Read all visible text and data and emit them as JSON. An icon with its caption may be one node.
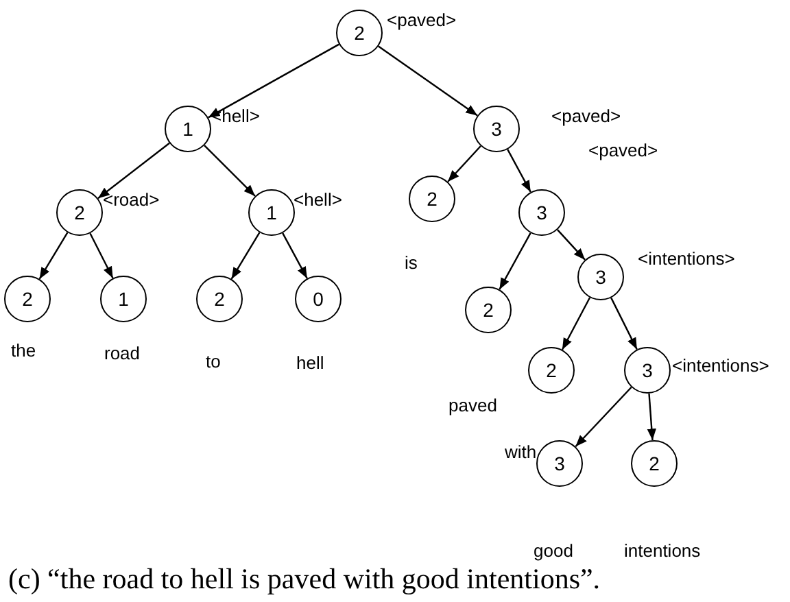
{
  "diagram": {
    "caption": "(c) “the road to hell is paved with good intentions”.",
    "nodes": [
      {
        "text": [
          "2"
        ],
        "beside": [
          "<paved>"
        ]
      },
      {
        "text": [
          "1"
        ],
        "beside": [
          "<hell>"
        ]
      },
      {
        "text": [
          "3"
        ],
        "beside": [
          "<paved>"
        ]
      },
      {
        "text": [
          "2"
        ],
        "beside": [
          "<road>"
        ]
      },
      {
        "text": [
          "1"
        ],
        "beside": [
          "<hell>"
        ]
      },
      {
        "text": [
          "2"
        ]
      },
      {
        "text": [
          "3"
        ],
        "beside": [
          "<paved>"
        ]
      },
      {
        "text": [
          "2"
        ]
      },
      {
        "text": [
          "1"
        ]
      },
      {
        "text": [
          "2"
        ]
      },
      {
        "text": [
          "0"
        ]
      },
      {
        "text": [
          "2"
        ]
      },
      {
        "text": [
          "3"
        ],
        "beside": [
          "<intentions>"
        ]
      },
      {
        "text": [
          "2"
        ]
      },
      {
        "text": [
          "3"
        ],
        "beside": [
          "<intentions>"
        ]
      },
      {
        "text": [
          "3"
        ]
      },
      {
        "text": [
          "2"
        ]
      }
    ],
    "edges": [
      {
        "from": 0,
        "to": 1,
        "arrow": "to"
      },
      {
        "from": 0,
        "to": 2,
        "arrow": "to"
      },
      {
        "from": 1,
        "to": 3,
        "arrow": "to"
      },
      {
        "from": 1,
        "to": 4,
        "arrow": "to"
      },
      {
        "from": 2,
        "to": 5,
        "arrow": "to"
      },
      {
        "from": 2,
        "to": 6,
        "arrow": "to"
      },
      {
        "from": 3,
        "to": 7,
        "arrow": "to"
      },
      {
        "from": 3,
        "to": 8,
        "arrow": "to"
      },
      {
        "from": 4,
        "to": 9,
        "arrow": "to"
      },
      {
        "from": 4,
        "to": 10,
        "arrow": "to"
      },
      {
        "from": 6,
        "to": 11,
        "arrow": "to"
      },
      {
        "from": 6,
        "to": 12,
        "arrow": "to"
      },
      {
        "from": 12,
        "to": 13,
        "arrow": "to"
      },
      {
        "from": 12,
        "to": 14,
        "arrow": "to"
      },
      {
        "from": 14,
        "to": 15,
        "arrow": "to"
      },
      {
        "from": 14,
        "to": 16,
        "arrow": "to"
      }
    ],
    "labels": [
      "is",
      "the",
      "road",
      "to",
      "hell",
      "paved",
      "with",
      "good",
      "intentions"
    ]
  }
}
